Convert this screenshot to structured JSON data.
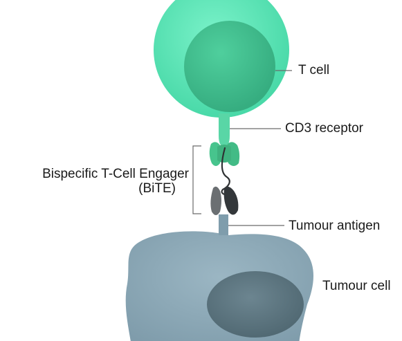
{
  "labels": {
    "t_cell": "T cell",
    "cd3_receptor": "CD3 receptor",
    "bite_line1": "Bispecific T-Cell Engager",
    "bite_line2": "(BiTE)",
    "tumour_antigen": "Tumour antigen",
    "tumour_cell": "Tumour cell"
  },
  "colors": {
    "t_cell_outer": "#5fe6b8",
    "t_cell_nucleus": "#3fc08f",
    "cd3": "#59d6a6",
    "bite_green": "#48c58f",
    "bite_dark": "#3a3d3f",
    "bite_grey": "#6b6f72",
    "tumour_cell": "#8aa6b4",
    "tumour_nucleus": "#5c7580",
    "antigen": "#7f9dac",
    "line": "#6a6a6a"
  }
}
